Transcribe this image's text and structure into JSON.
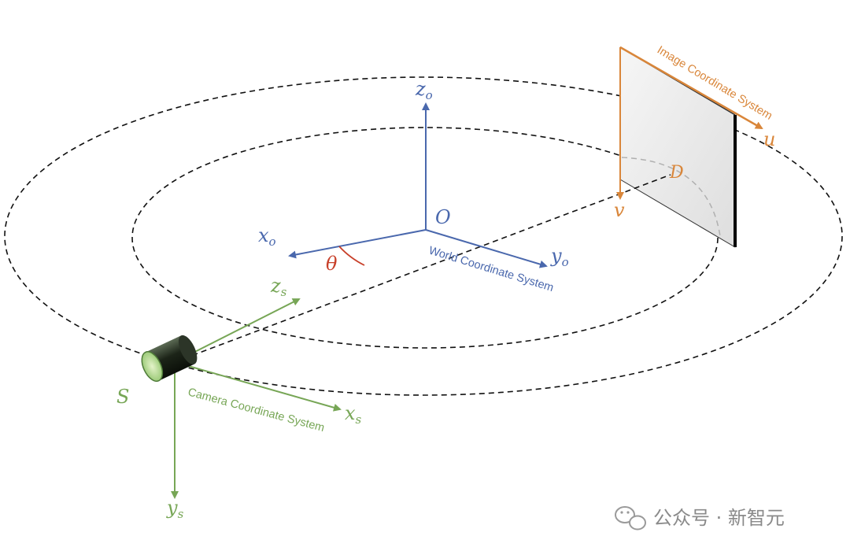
{
  "colors": {
    "world": "#4a68ad",
    "camera": "#77a656",
    "image": "#d9863a",
    "theta": "#c8402a",
    "orbit": "#111111",
    "watermark": "#8a8a8a"
  },
  "world": {
    "x_label": "x",
    "x_sub": "o",
    "y_label": "y",
    "y_sub": "o",
    "z_label": "z",
    "z_sub": "o",
    "origin_label": "O",
    "system_label": "World Coordinate System"
  },
  "camera": {
    "x_label": "x",
    "x_sub": "s",
    "y_label": "y",
    "y_sub": "s",
    "z_label": "z",
    "z_sub": "s",
    "source_label": "S",
    "system_label": "Camera Coordinate System"
  },
  "image": {
    "u_label": "u",
    "v_label": "v",
    "detector_label": "D",
    "system_label": "Image Coordinate System"
  },
  "angle_label": "θ",
  "watermark": {
    "text": "公众号 · 新智元",
    "icon": "wechat-icon"
  }
}
